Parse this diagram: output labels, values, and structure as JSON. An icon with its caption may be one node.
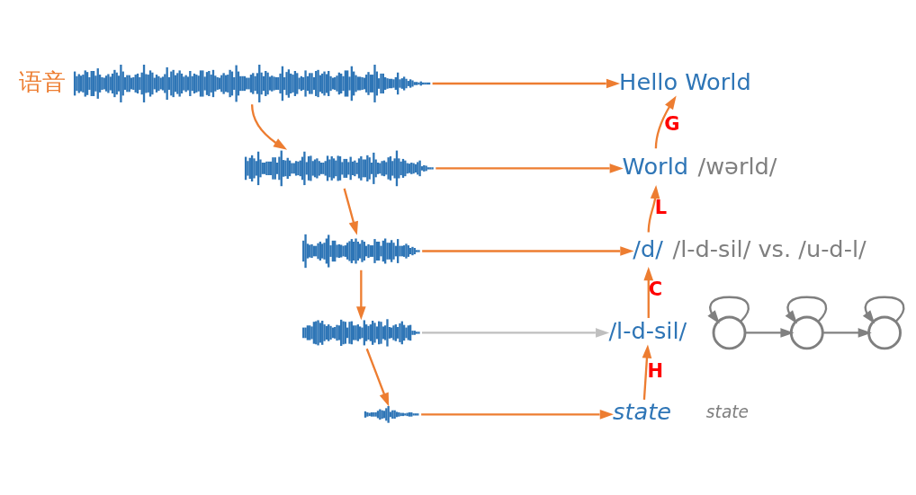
{
  "diagram": {
    "nodes": [
      {
        "text": [],
        "shape": "picture",
        "beside": [
          "语音"
        ]
      },
      {
        "text": [
          "Hello World"
        ]
      },
      {
        "text": [],
        "shape": "picture"
      },
      {
        "text": [
          "World"
        ],
        "beside": [
          "/wərld/"
        ]
      },
      {
        "text": [],
        "shape": "picture"
      },
      {
        "text": [
          "/d/"
        ],
        "beside": [
          "/l-d-sil/ vs. /u-d-l/"
        ]
      },
      {
        "text": [],
        "shape": "picture"
      },
      {
        "text": [
          "/l-d-sil/"
        ]
      },
      {
        "text": [],
        "shape": "circle"
      },
      {
        "text": [],
        "shape": "circle"
      },
      {
        "text": [],
        "shape": "circle"
      },
      {
        "text": [],
        "shape": "picture"
      },
      {
        "text": [
          "state"
        ]
      }
    ],
    "edges": [
      {
        "from": 0,
        "to": 1,
        "arrow": "to"
      },
      {
        "from": 0,
        "to": 2,
        "arrow": "to"
      },
      {
        "from": 3,
        "to": 1,
        "arrow": "to",
        "label": "G"
      },
      {
        "from": 2,
        "to": 3,
        "arrow": "to"
      },
      {
        "from": 2,
        "to": 4,
        "arrow": "to"
      },
      {
        "from": 5,
        "to": 3,
        "arrow": "to",
        "label": "L"
      },
      {
        "from": 4,
        "to": 5,
        "arrow": "to"
      },
      {
        "from": 4,
        "to": 6,
        "arrow": "to"
      },
      {
        "from": 7,
        "to": 5,
        "arrow": "to",
        "label": "C"
      },
      {
        "from": 6,
        "to": 7,
        "arrow": "to",
        "color": "#bfbfbf"
      },
      {
        "from": 6,
        "to": 11,
        "arrow": "to"
      },
      {
        "from": 12,
        "to": 7,
        "arrow": "to",
        "label": "H"
      },
      {
        "from": 8,
        "to": 8,
        "arrow": "to",
        "color": "#808080"
      },
      {
        "from": 8,
        "to": 9,
        "arrow": "to",
        "color": "#808080"
      },
      {
        "from": 9,
        "to": 9,
        "arrow": "to",
        "color": "#808080"
      },
      {
        "from": 9,
        "to": 10,
        "arrow": "to",
        "color": "#808080"
      },
      {
        "from": 10,
        "to": 10,
        "arrow": "to",
        "color": "#808080"
      },
      {
        "from": 11,
        "to": 12,
        "arrow": "to"
      }
    ],
    "labels": [
      "state"
    ]
  }
}
